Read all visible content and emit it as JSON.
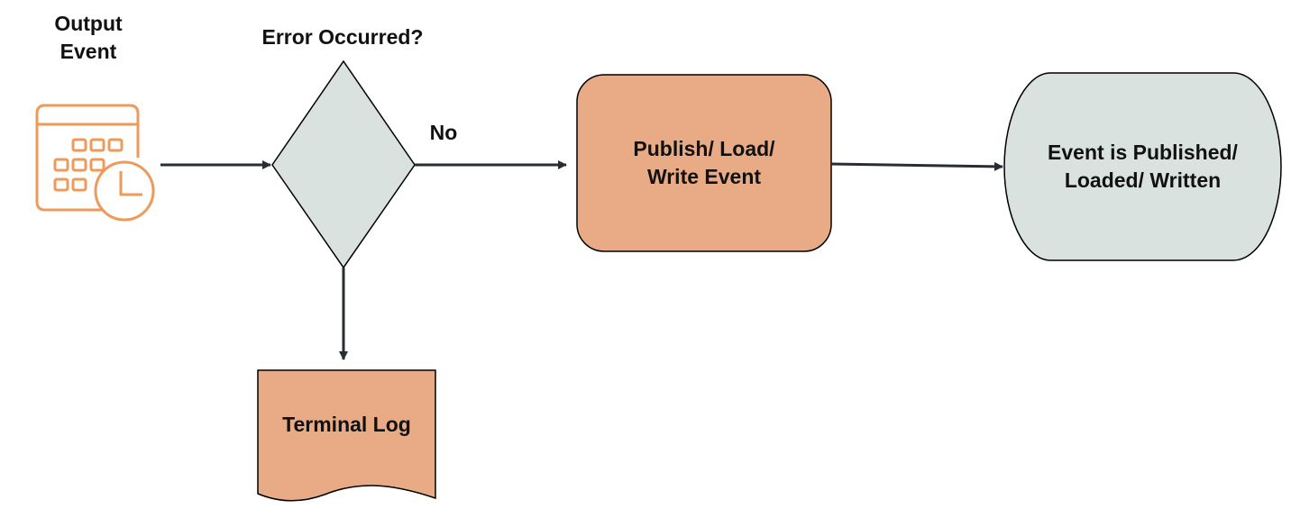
{
  "diagram": {
    "source": {
      "title_line1": "Output",
      "title_line2": "Event",
      "icon": "calendar-clock-icon"
    },
    "decision": {
      "question": "Error Occurred?",
      "no_label": "No"
    },
    "process": {
      "line1": "Publish/ Load/",
      "line2": "Write Event"
    },
    "terminal": {
      "line1": "Event is Published/",
      "line2": "Loaded/ Written"
    },
    "log": {
      "label": "Terminal Log"
    }
  },
  "colors": {
    "orange_fill": "#e8ab85",
    "gray_fill": "#dae2df",
    "icon_orange": "#ee9a5a",
    "stroke": "#000000",
    "arrow": "#272d33"
  }
}
